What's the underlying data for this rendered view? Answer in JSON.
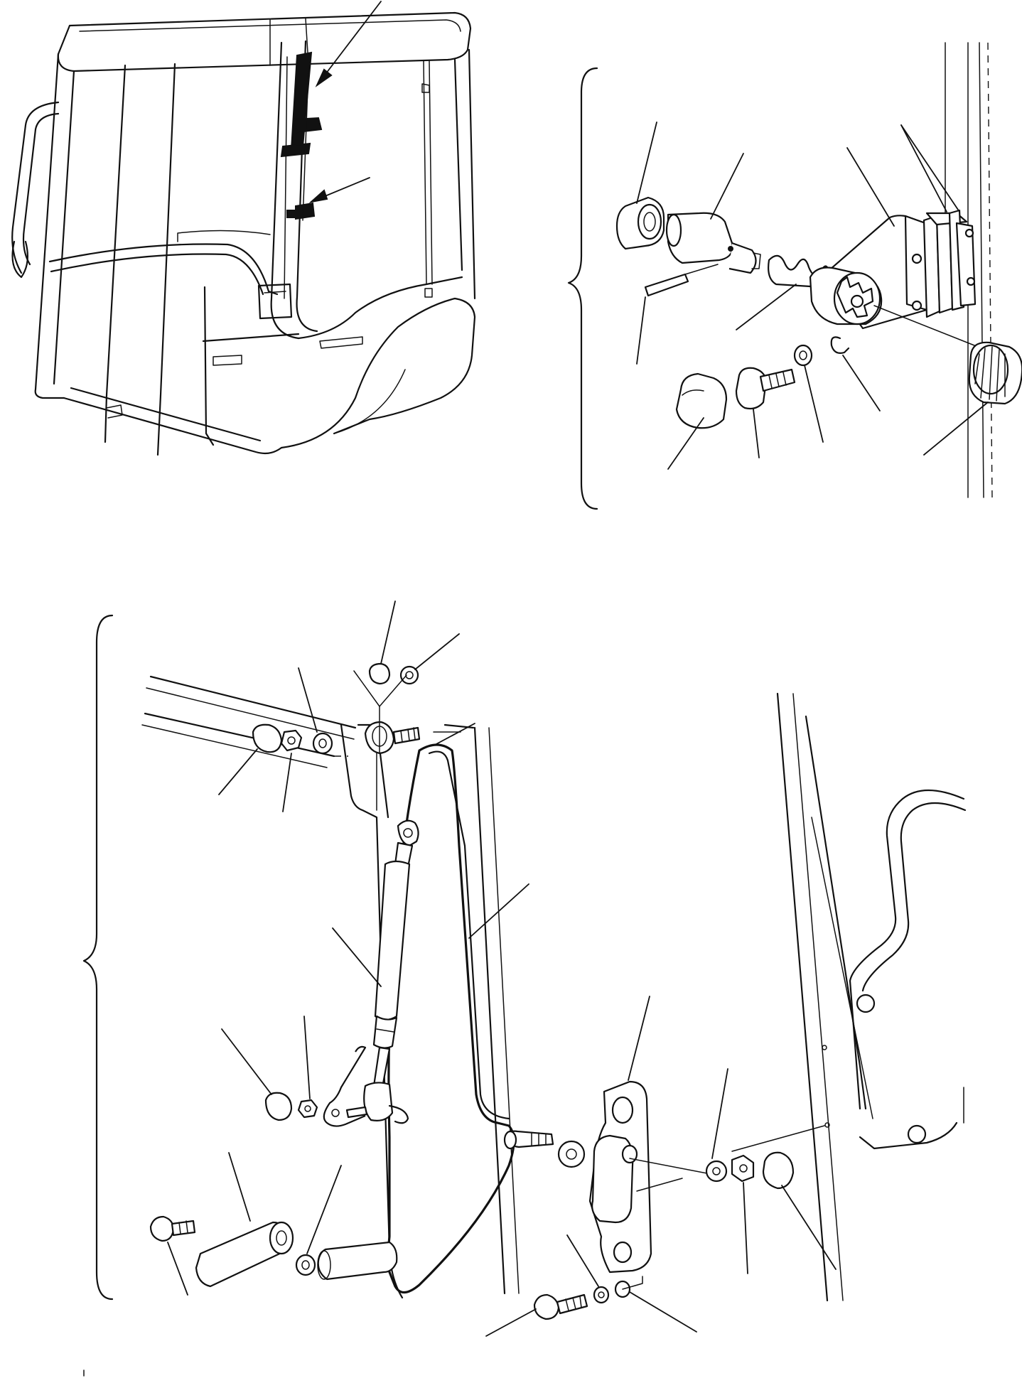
{
  "figure": {
    "views": [
      {
        "id": "cab-overview",
        "kind": "perspective"
      },
      {
        "id": "detail-latch",
        "kind": "exploded"
      },
      {
        "id": "detail-door-strut",
        "kind": "exploded"
      }
    ],
    "labels": []
  }
}
